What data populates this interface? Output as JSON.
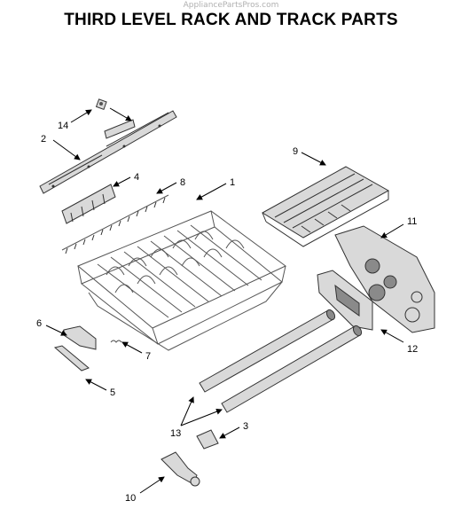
{
  "watermark": "AppliancePartsPros.com",
  "title": "THIRD LEVEL RACK AND TRACK PARTS",
  "callouts": {
    "c1": "1",
    "c2": "2",
    "c3": "3",
    "c4": "4",
    "c5": "5",
    "c6": "6",
    "c7": "7",
    "c8": "8",
    "c9": "9",
    "c10": "10",
    "c11": "11",
    "c12": "12",
    "c13": "13",
    "c14": "14"
  }
}
